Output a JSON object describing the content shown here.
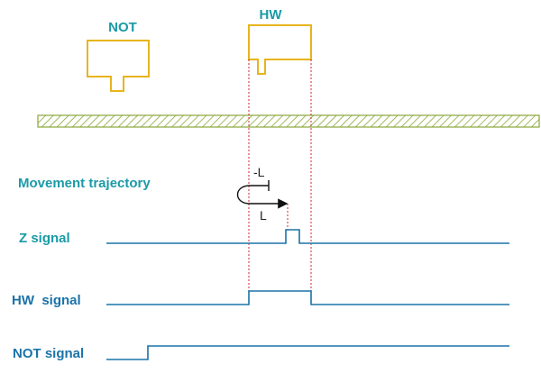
{
  "sensors": {
    "not_label": "NOT",
    "hw_label": "HW"
  },
  "trajectory": {
    "title": "Movement trajectory",
    "reverse_label": "-L",
    "forward_label": "L"
  },
  "signals": {
    "z_label": "Z signal",
    "hw_label": "HW  signal",
    "not_label": "NOT signal"
  },
  "colors": {
    "sensor_outline": "#e8b41c",
    "ground_hatch": "#8aa63a",
    "signal_line": "#1b73a8",
    "guide_line": "#cc2a2a",
    "label_teal": "#1b9aa7"
  }
}
